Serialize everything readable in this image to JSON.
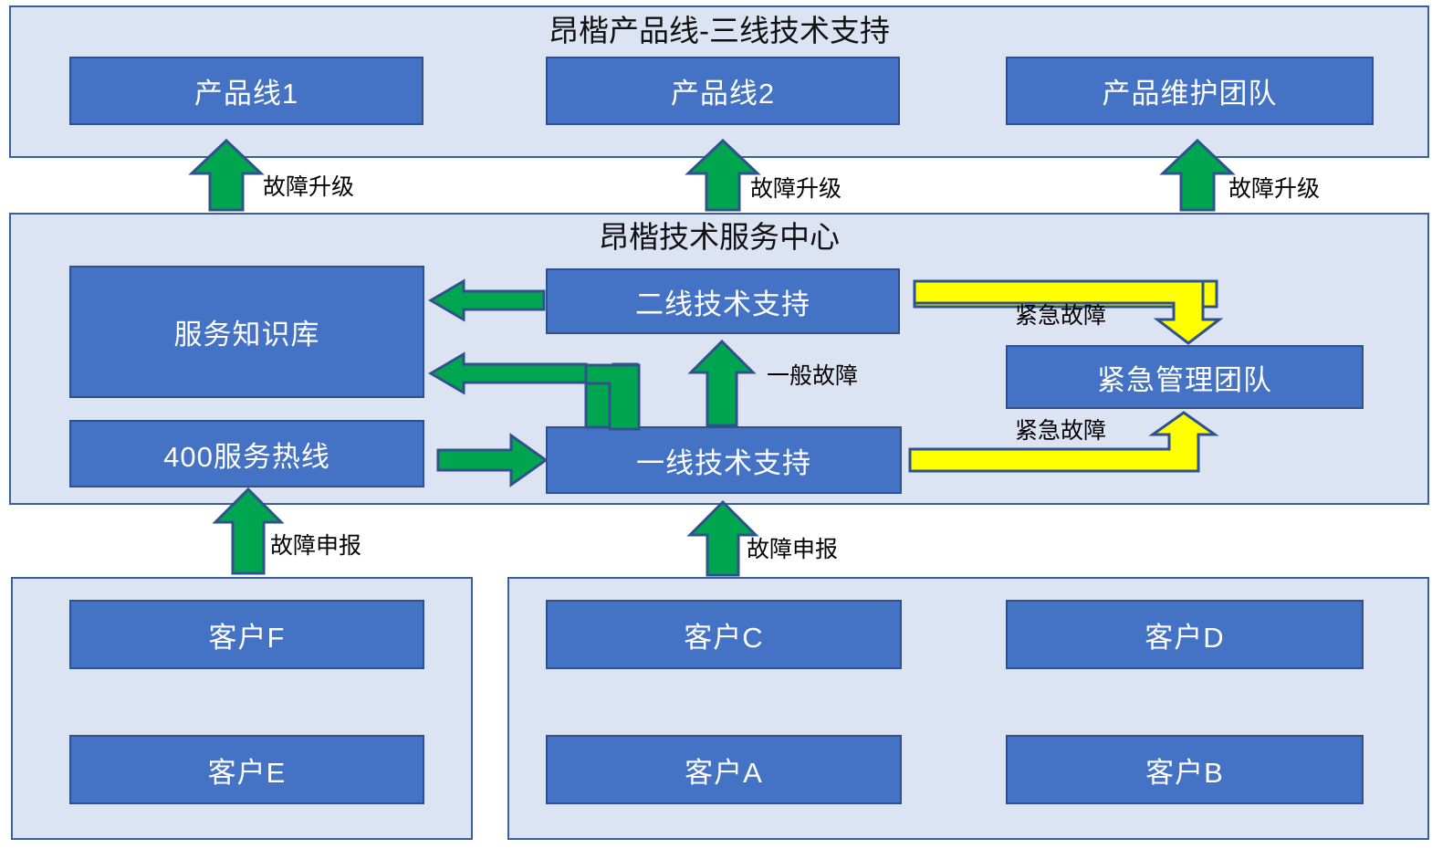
{
  "diagram": {
    "title_top": "昂楷产品线-三线技术支持",
    "title_middle": "昂楷技术服务中心"
  },
  "groups": {
    "tier3": {
      "title": "昂楷产品线-三线技术支持",
      "nodes": [
        {
          "label": "产品线1"
        },
        {
          "label": "产品线2"
        },
        {
          "label": "产品维护团队"
        }
      ]
    },
    "service_center": {
      "title": "昂楷技术服务中心",
      "nodes": [
        {
          "label": "服务知识库"
        },
        {
          "label": "二线技术支持"
        },
        {
          "label": "紧急管理团队"
        },
        {
          "label": "400服务热线"
        },
        {
          "label": "一线技术支持"
        }
      ]
    },
    "customers_left": {
      "nodes": [
        {
          "label": "客户F"
        },
        {
          "label": "客户E"
        }
      ]
    },
    "customers_right": {
      "nodes": [
        {
          "label": "客户C"
        },
        {
          "label": "客户D"
        },
        {
          "label": "客户A"
        },
        {
          "label": "客户B"
        }
      ]
    }
  },
  "edge_labels": {
    "escalate_1": "故障升级",
    "escalate_2": "故障升级",
    "escalate_3": "故障升级",
    "urgent_down": "紧急故障",
    "urgent_up": "紧急故障",
    "general_fault": "一般故障",
    "report_left": "故障申报",
    "report_right": "故障申报"
  },
  "colors": {
    "node_fill": "#4472C4",
    "node_border": "#2F528F",
    "group_fill": "#DCE3F3",
    "group_border": "#3A5FA0",
    "arrow_green": "#00A64F",
    "arrow_yellow": "#FFFF00",
    "text_light": "#FFFFFF",
    "text_dark": "#000000",
    "page_background": "#FFFFFF"
  }
}
